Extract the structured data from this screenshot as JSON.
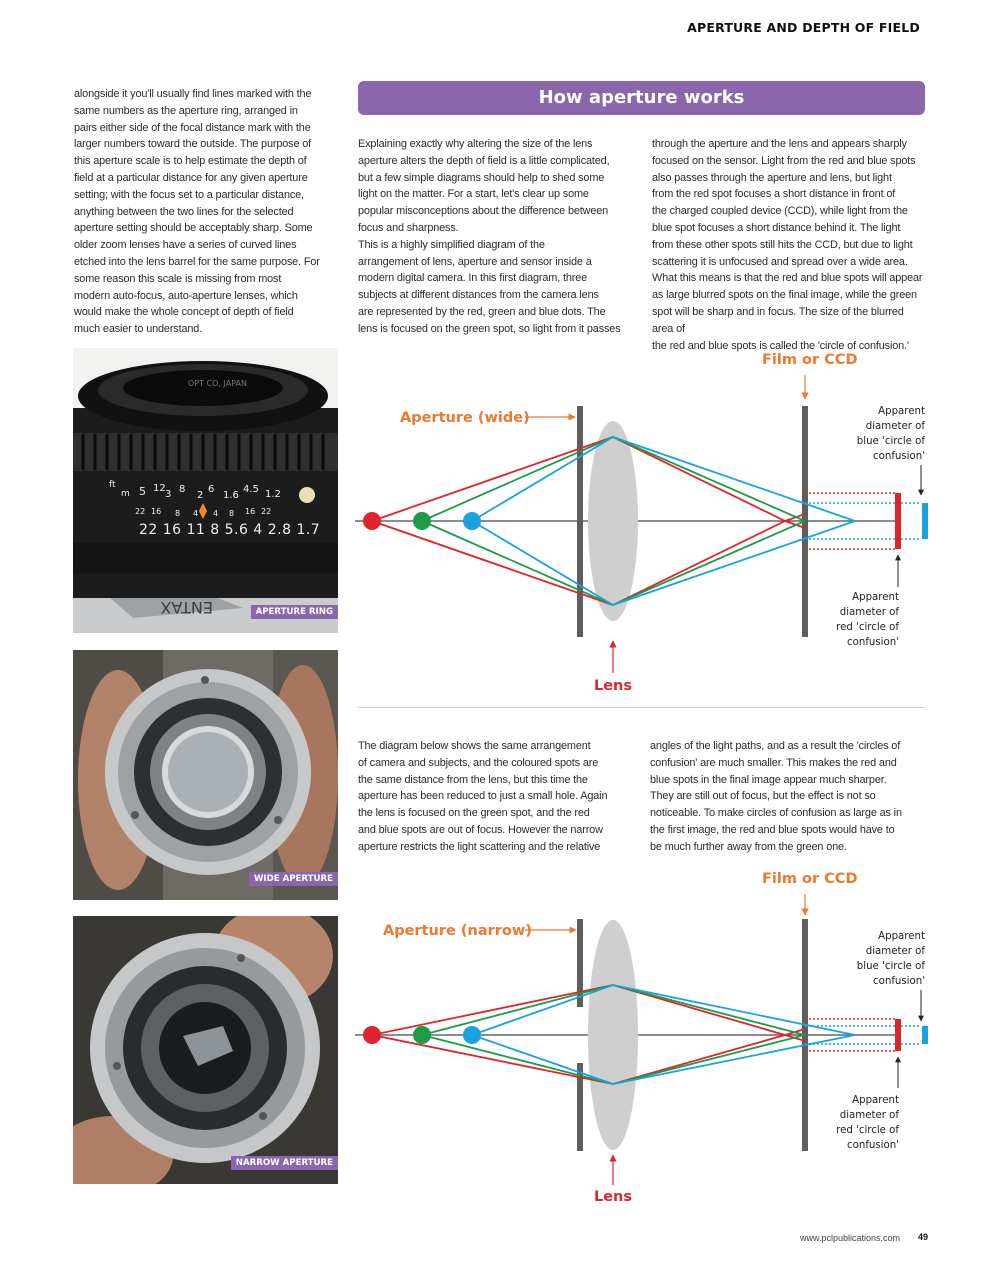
{
  "header": {
    "section_title": "APERTURE AND DEPTH OF FIELD"
  },
  "left_column": {
    "paragraph": "alongside it you'll usually find lines marked with the\nsame numbers as the aperture ring, arranged in\npairs either side of the focal distance mark with the\nlarger numbers toward the outside. The purpose of\nthis aperture scale is to help estimate the depth of\nfield at a particular distance for any given aperture\nsetting; with the focus set to a particular distance,\nanything between the two lines for the selected\naperture setting should be acceptably sharp. Some\nolder zoom lenses have a series of curved lines\netched into the lens barrel for the same purpose. For\nsome reason this scale  is missing from most\nmodern auto-focus, auto-aperture lenses, which\nwould make the whole concept of depth of field\nmuch easier to understand."
  },
  "banner": {
    "title": "How aperture works"
  },
  "intro": {
    "col1": "Explaining exactly why altering the size of the lens\naperture alters the depth of field is a little complicated,\nbut a few simple diagrams should help to shed some\nlight on the matter. For a start, let's clear up some\npopular misconceptions about the difference between\nfocus and sharpness.\n    This is a highly simplified diagram of the\narrangement of lens, aperture and sensor inside a\nmodern digital camera. In this first diagram, three\nsubjects at different distances from the camera lens\nare represented by the red, green and blue dots. The\nlens is focused on the green spot, so light from it passes",
    "col2": "through the aperture and the lens and appears sharply\nfocused on the sensor. Light from the red and blue spots\nalso passes through the aperture and lens, but light\nfrom the red spot focuses a short distance in front of\nthe charged coupled device (CCD), while light from the\nblue spot focuses a short distance behind it. The light\nfrom these other spots still hits the CCD, but due to light\nscattering it is unfocused and spread over a wide area.\n    What this means is that the red and blue spots will appear\nas large blurred spots on the final image, while the green\nspot will be sharp and in focus. The size of the blurred area of\nthe red and blue spots is called the 'circle of confusion.'"
  },
  "photos": [
    {
      "caption": "APERTURE RING",
      "ring_feet": [
        "5",
        "12",
        "3",
        "8",
        "2",
        "6",
        "1.6",
        "4.5",
        "1.2"
      ],
      "ring_units": [
        "ft",
        "m"
      ],
      "ring_marks": [
        "22",
        "16",
        "8",
        "4",
        "4",
        "8",
        "16",
        "22"
      ],
      "ring_fnumbers": "22 16 11  8  5.6  4  2.8  1.7",
      "brand": "OPT CO, JAPAN",
      "body_letters": "ENTAX"
    },
    {
      "caption": "WIDE APERTURE"
    },
    {
      "caption": "NARROW APERTURE"
    }
  ],
  "diagram_wide": {
    "film_label": "Film or CCD",
    "aperture_label": "Aperture (wide)",
    "lens_label": "Lens",
    "blue_label": [
      "Apparent",
      "diameter of",
      "blue 'circle of",
      "confusion'"
    ],
    "red_label": [
      "Apparent",
      "diameter of",
      "red 'circle of",
      "confusion'"
    ]
  },
  "middle": {
    "col1": "    The diagram below shows the same arrangement\nof camera and subjects, and the coloured spots are\nthe same distance from the lens, but this time the\naperture has been reduced to just a small hole. Again\nthe lens is focused on the green spot, and the red\nand blue spots are out of focus. However the narrow\naperture restricts the light scattering and the relative",
    "col2": "angles of the light paths, and as a result the 'circles of\nconfusion' are much smaller. This makes the red and\nblue spots in the final image appear much sharper.\nThey are still out of focus, but the effect is not so\nnoticeable. To make circles of confusion as large as in\nthe first image, the red and blue spots would have to\nbe much further away from the green one."
  },
  "diagram_narrow": {
    "film_label": "Film or CCD",
    "aperture_label": "Aperture (narrow)",
    "lens_label": "Lens",
    "blue_label": [
      "Apparent",
      "diameter of",
      "blue 'circle of",
      "confusion'"
    ],
    "red_label": [
      "Apparent",
      "diameter of",
      "red 'circle of",
      "confusion'"
    ]
  },
  "footer": {
    "url": "www.pclpublications.com",
    "page_number": "49"
  },
  "colors": {
    "purple": "#8a67ad",
    "orange": "#ec7a2e",
    "red": "#e0242b",
    "green": "#1f9a48",
    "blue": "#1aa2df",
    "lens": "#cfcfcf",
    "bar": "#5e5e5e"
  }
}
